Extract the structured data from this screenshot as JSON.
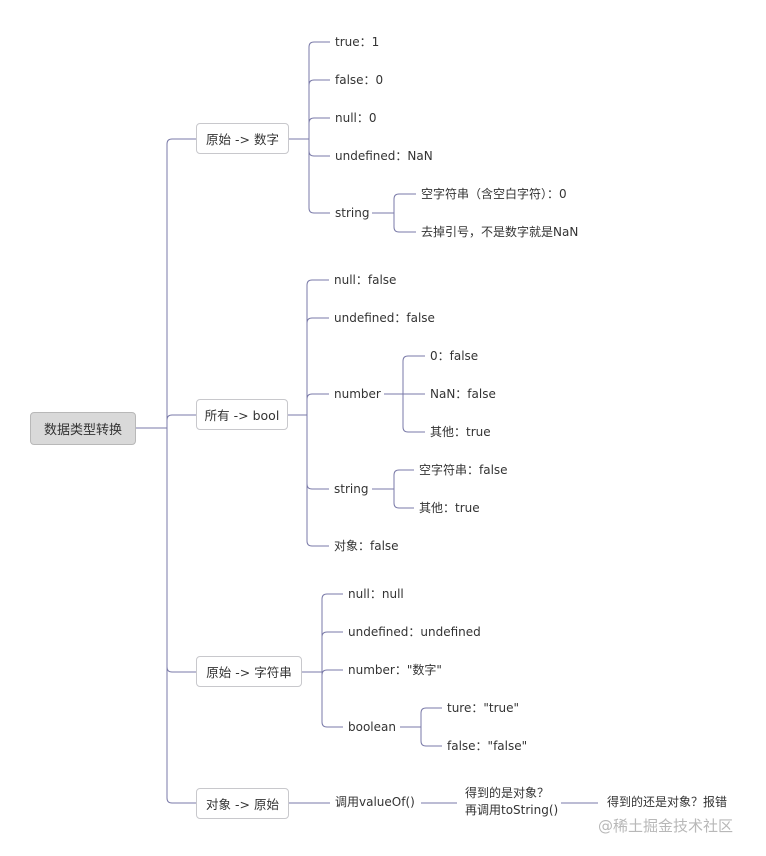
{
  "root": "数据类型转换",
  "b1": {
    "title": "原始 -> 数字",
    "items": [
      "true：1",
      "false：0",
      "null：0",
      "undefined：NaN",
      "string"
    ],
    "string_children": [
      "空字符串（含空白字符）：0",
      "去掉引号，不是数字就是NaN"
    ]
  },
  "b2": {
    "title": "所有 -> bool",
    "items": [
      "null：false",
      "undefined：false",
      "number",
      "string",
      "对象：false"
    ],
    "number_children": [
      "0：false",
      "NaN：false",
      "其他：true"
    ],
    "string_children": [
      "空字符串：false",
      "其他：true"
    ]
  },
  "b3": {
    "title": "原始 -> 字符串",
    "items": [
      "null：null",
      "undefined：undefined",
      "number：\"数字\"",
      "boolean"
    ],
    "boolean_children": [
      "ture：\"true\"",
      "false：\"false\""
    ]
  },
  "b4": {
    "title": "对象 -> 原始",
    "step1": "调用valueOf()",
    "step2_line1": "得到的是对象？",
    "step2_line2": "再调用toString()",
    "step3": "得到的还是对象？报错"
  },
  "watermark": "@稀土掘金技术社区",
  "colors": {
    "line": "#7a7aa8",
    "root_bg": "#d9d9d9",
    "node_border": "#c8c8cc"
  }
}
